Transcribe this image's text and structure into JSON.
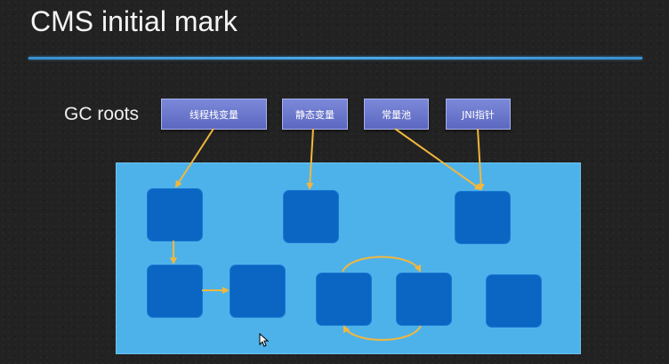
{
  "slide": {
    "title": "CMS initial mark",
    "gc_roots_label": "GC roots"
  },
  "roots": [
    {
      "label": "线程栈变量"
    },
    {
      "label": "静态变量"
    },
    {
      "label": "常量池"
    },
    {
      "label": "JNI指针"
    }
  ],
  "colors": {
    "background": "#222222",
    "divider": "#4aa9e8",
    "root_box": "#6f7bd0",
    "heap_area": "#4eb2ea",
    "object": "#0a66c2",
    "arrow": "#f2b73c"
  }
}
